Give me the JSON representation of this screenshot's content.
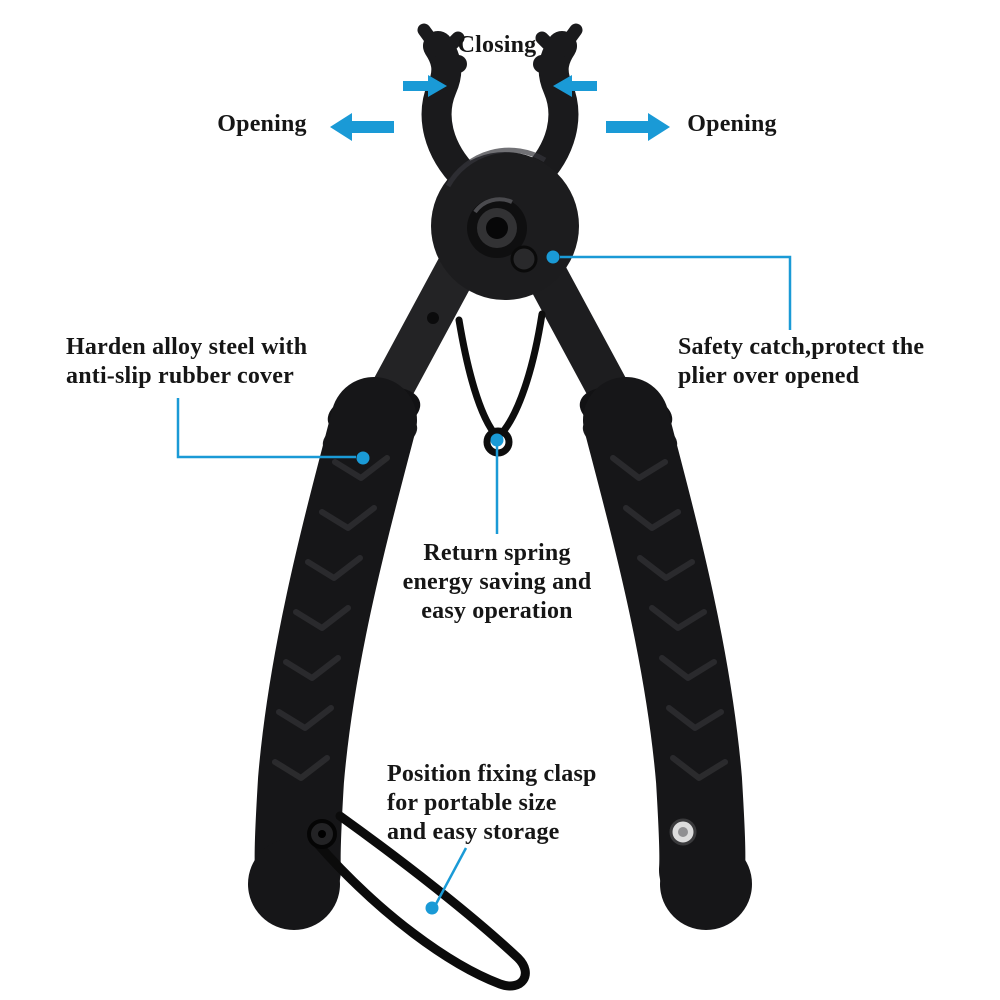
{
  "colors": {
    "accent": "#1a9ad6",
    "text": "#161616",
    "background": "#ffffff",
    "tool_body": "#1a1a1c"
  },
  "annotations": {
    "closing": {
      "label": "Closing"
    },
    "opening_left": {
      "label": "Opening"
    },
    "opening_right": {
      "label": "Opening"
    },
    "steel": {
      "lines": [
        "Harden alloy steel with",
        "anti-slip rubber cover"
      ]
    },
    "safety": {
      "lines": [
        "Safety catch,protect the",
        "plier over opened"
      ]
    },
    "spring": {
      "lines": [
        "Return spring",
        "energy saving and",
        "easy operation"
      ]
    },
    "clasp": {
      "lines": [
        "Position fixing clasp",
        "for portable size",
        "and easy storage"
      ]
    }
  }
}
